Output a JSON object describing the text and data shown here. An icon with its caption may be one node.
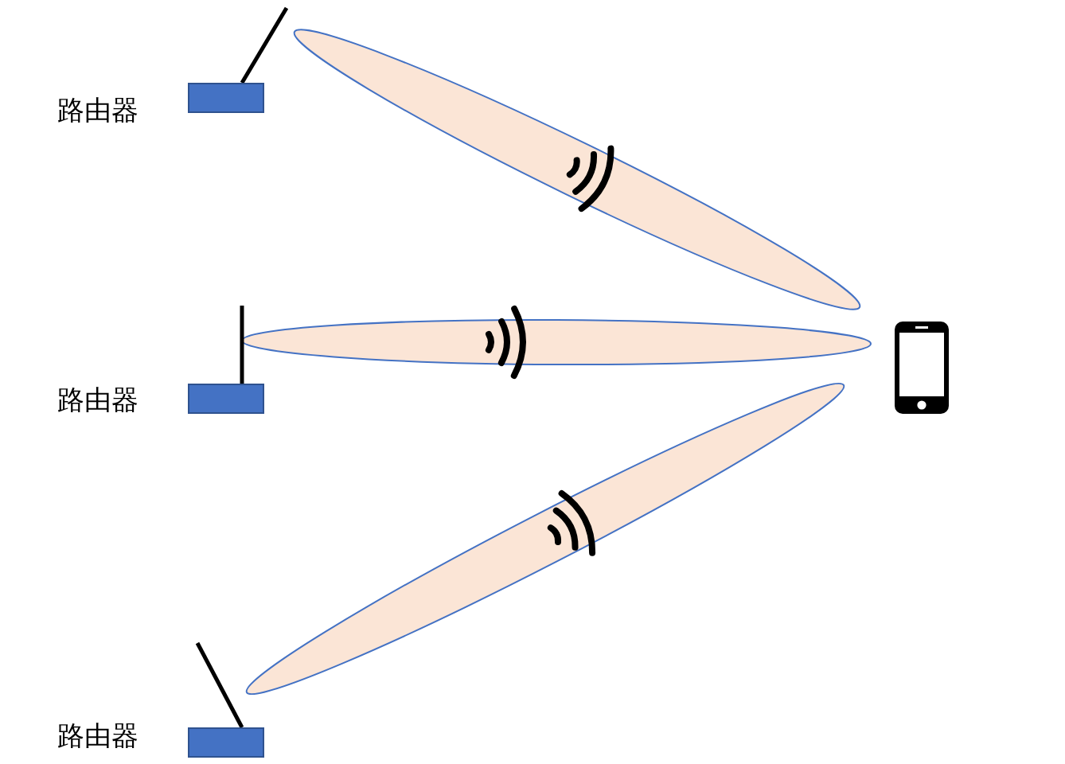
{
  "diagram": {
    "nodes": [
      {
        "text": [
          "路由器"
        ]
      },
      {
        "text": [
          "路由器"
        ]
      },
      {
        "text": [
          "路由器"
        ]
      },
      {
        "text": [],
        "shape": "phone"
      }
    ],
    "edges": [
      {
        "from": 0,
        "to": 3,
        "arrow": "none"
      },
      {
        "from": 1,
        "to": 3,
        "arrow": "none"
      },
      {
        "from": 2,
        "to": 3,
        "arrow": "none"
      }
    ]
  }
}
